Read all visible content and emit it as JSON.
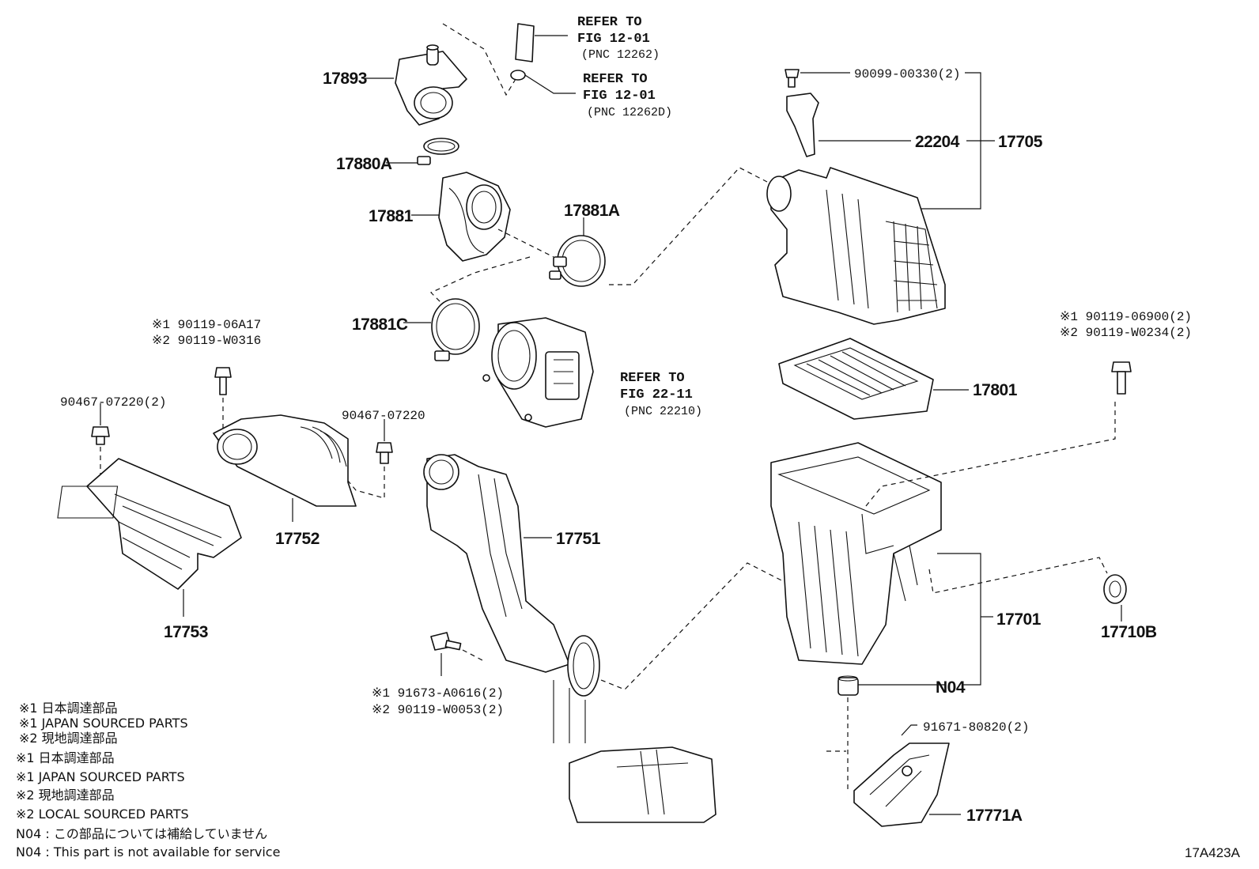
{
  "labels": {
    "p17893": "17893",
    "p17880A": "17880A",
    "p17881": "17881",
    "p17881A": "17881A",
    "p17881C": "17881C",
    "p17752": "17752",
    "p17753": "17753",
    "p17751": "17751",
    "p17705": "17705",
    "p22204": "22204",
    "p17801": "17801",
    "p17701": "17701",
    "p17710B": "17710B",
    "pN04": "N04",
    "p17771A": "17771A",
    "p9009900330": "90099-00330(2)",
    "p9046707220_2": "90467-07220(2)",
    "p9046707220": "90467-07220",
    "p9167180820": "91671-80820(2)"
  },
  "refers": {
    "r1": [
      "REFER TO",
      "FIG 12-01",
      "(PNC 12262)"
    ],
    "r2": [
      "REFER TO",
      "FIG 12-01",
      "(PNC 12262D)"
    ],
    "r3": [
      "REFER TO",
      "FIG 22-11",
      "(PNC 22210)"
    ]
  },
  "alt_parts": {
    "a1": [
      "※1 90119-06A17",
      "※2 90119-W0316"
    ],
    "a2": [
      "※1 90119-06900(2)",
      "※2 90119-W0234(2)"
    ],
    "a3": [
      "※1 91673-A0616(2)",
      "※2 90119-W0053(2)"
    ]
  },
  "notes": [
    "※1  日本調達部品",
    "※1  JAPAN SOURCED PARTS",
    "※2  現地調達部品",
    "※1 日本調達部品",
    "※1 JAPAN SOURCED PARTS",
    "※2 現地調達部品",
    "※2 LOCAL SOURCED PARTS",
    "N04 : この部品については補給していません",
    "N04 : This part is not available for service"
  ],
  "figure_id": "17A423A"
}
